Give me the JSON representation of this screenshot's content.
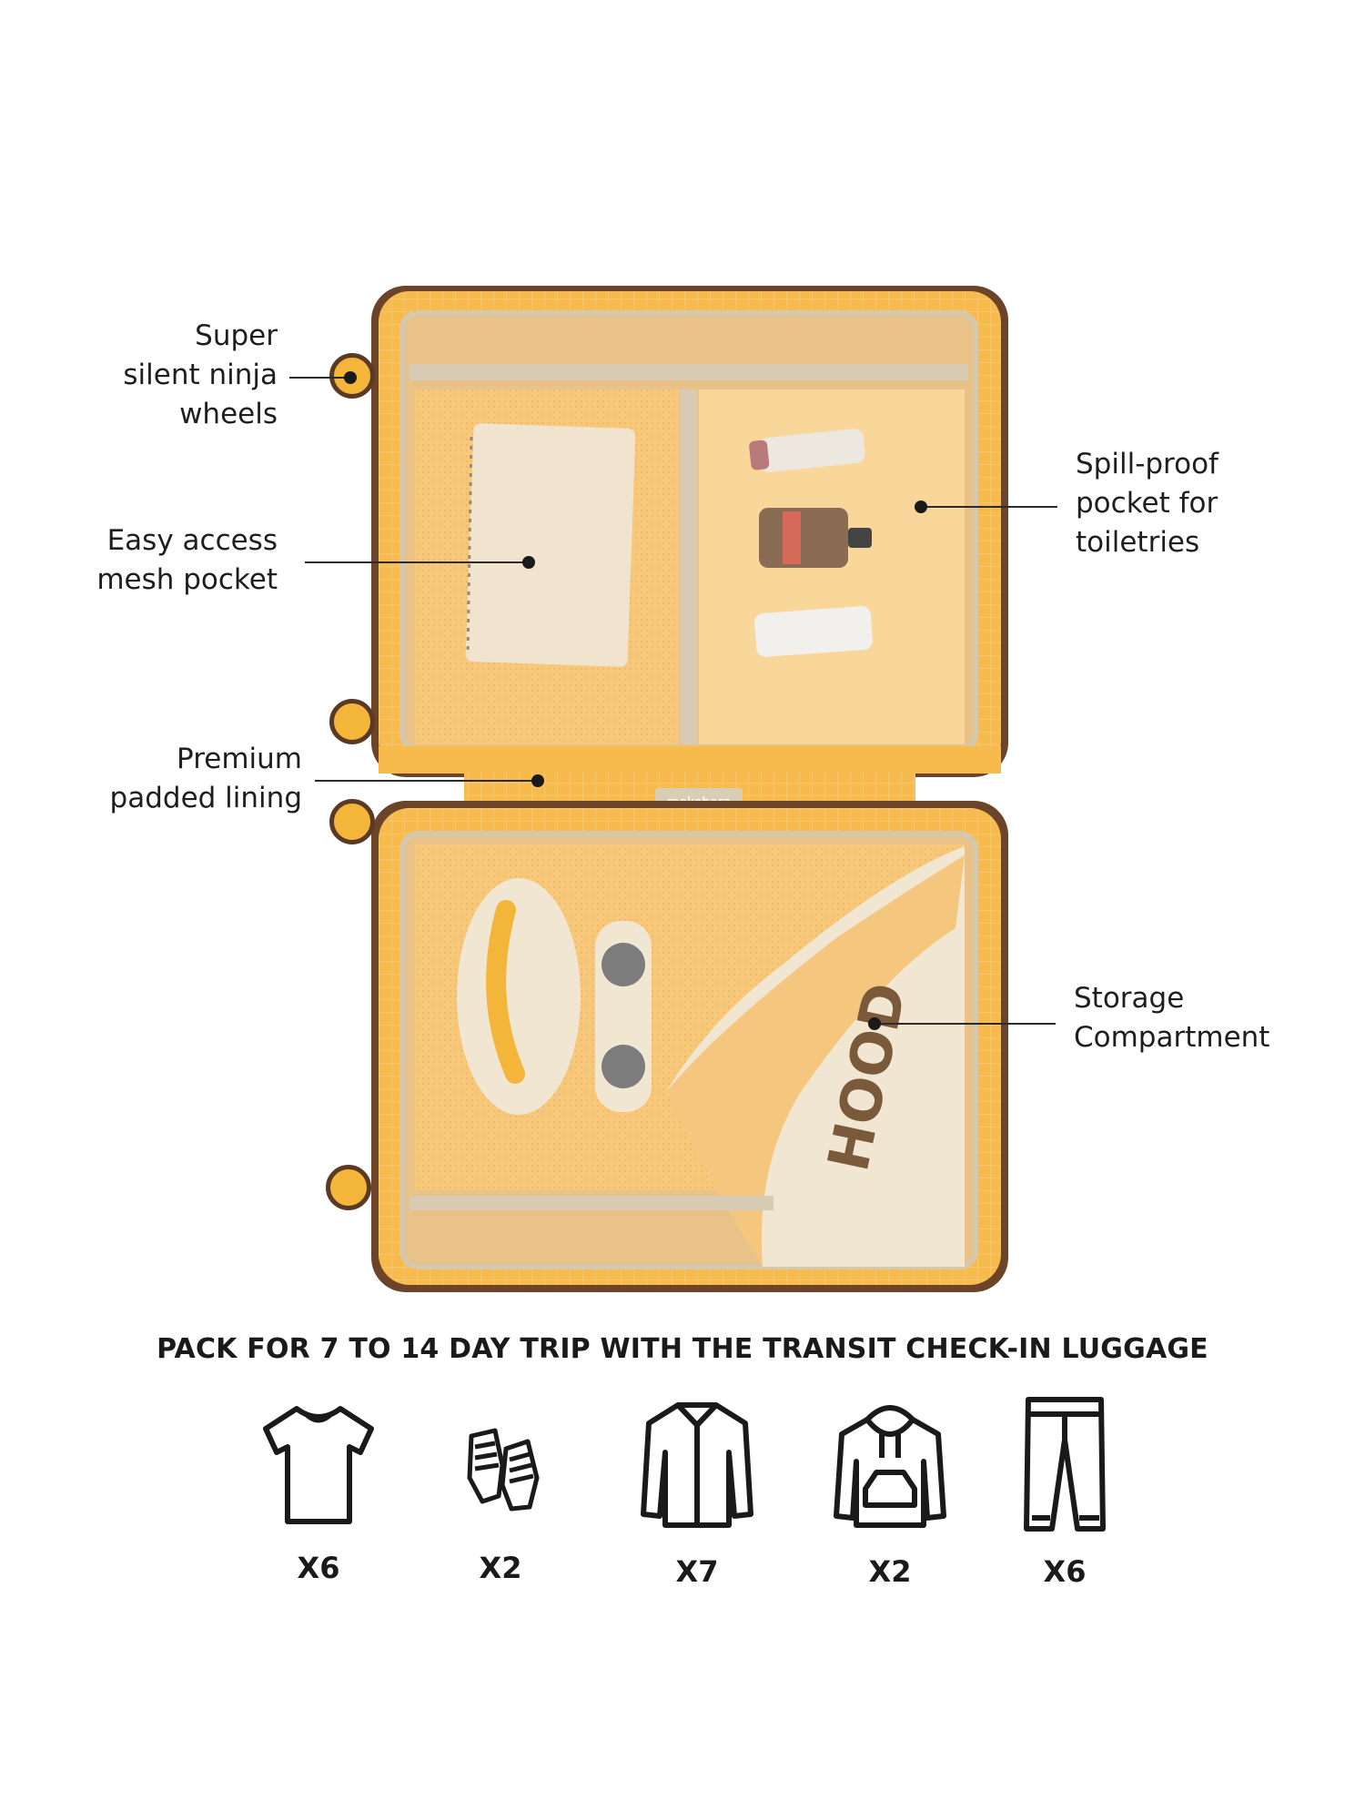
{
  "features": {
    "wheels": [
      "Super",
      "silent ninja",
      "wheels"
    ],
    "mesh_pocket": [
      "Easy access",
      "mesh pocket"
    ],
    "lining": [
      "Premium",
      "padded lining"
    ],
    "spill_proof": [
      "Spill-proof",
      "pocket for",
      "toiletries"
    ],
    "storage": [
      "Storage",
      "Compartment"
    ]
  },
  "brand_tag": "mokobara",
  "sweatshirt_print": "HOOD",
  "headline": "PACK FOR 7 TO 14 DAY TRIP WITH THE TRANSIT CHECK-IN LUGGAGE",
  "pack_items": [
    {
      "icon": "tshirt-icon",
      "count": "X6"
    },
    {
      "icon": "sneakers-icon",
      "count": "X2"
    },
    {
      "icon": "shirt-icon",
      "count": "X7"
    },
    {
      "icon": "hoodie-icon",
      "count": "X2"
    },
    {
      "icon": "trousers-icon",
      "count": "X6"
    }
  ],
  "colors": {
    "lining": "#f6bb4c",
    "shell": "#6b4429",
    "mesh": "#f7c77a",
    "pocket": "#f9d79a"
  }
}
